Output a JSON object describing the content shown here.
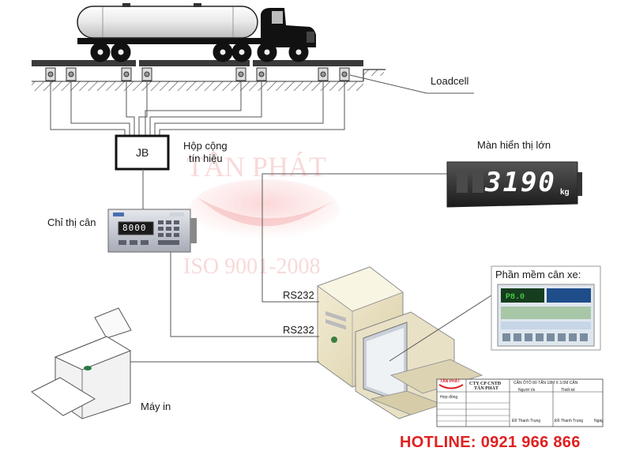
{
  "labels": {
    "loadcell": "Loadcell",
    "junction_box": "JB",
    "junction_box_caption_line1": "Hộp cộng",
    "junction_box_caption_line2": "tín hiệu",
    "big_display_caption": "Màn hiển thị lớn",
    "big_display_value": "3190",
    "big_display_unit": "kg",
    "indicator_caption": "Chỉ thị cân",
    "indicator_value": "8000",
    "software_caption": "Phần mềm cân xe:",
    "rs232_top": "RS232",
    "rs232_bottom": "RS232",
    "printer_caption": "Máy in",
    "hotline": "HOTLINE:  0921 966 866"
  },
  "watermark": {
    "line1": "TÂN PHÁT",
    "line2": "ISO 9001-2008"
  },
  "ticket": {
    "company_line1": "CTY CP CNTĐ",
    "company_line2": "TÂN PHÁT",
    "logo_text": "TÂN PHÁT",
    "title": "CÂN ÔTÔ 80 TẤN 18M X 3.0M CÂN",
    "col_a": "Người Ve",
    "col_b": "Thiết kế",
    "row1": "Hợp đồng",
    "sig1": "Đỗ Thanh Trung",
    "sig2": "Đỗ Thanh Trung",
    "sig3": "Ngày"
  },
  "colors": {
    "hotline": "#e02020",
    "display_digits": "#ffffff",
    "indicator_lcd": "#1a1a1a",
    "wire": "#555555"
  }
}
